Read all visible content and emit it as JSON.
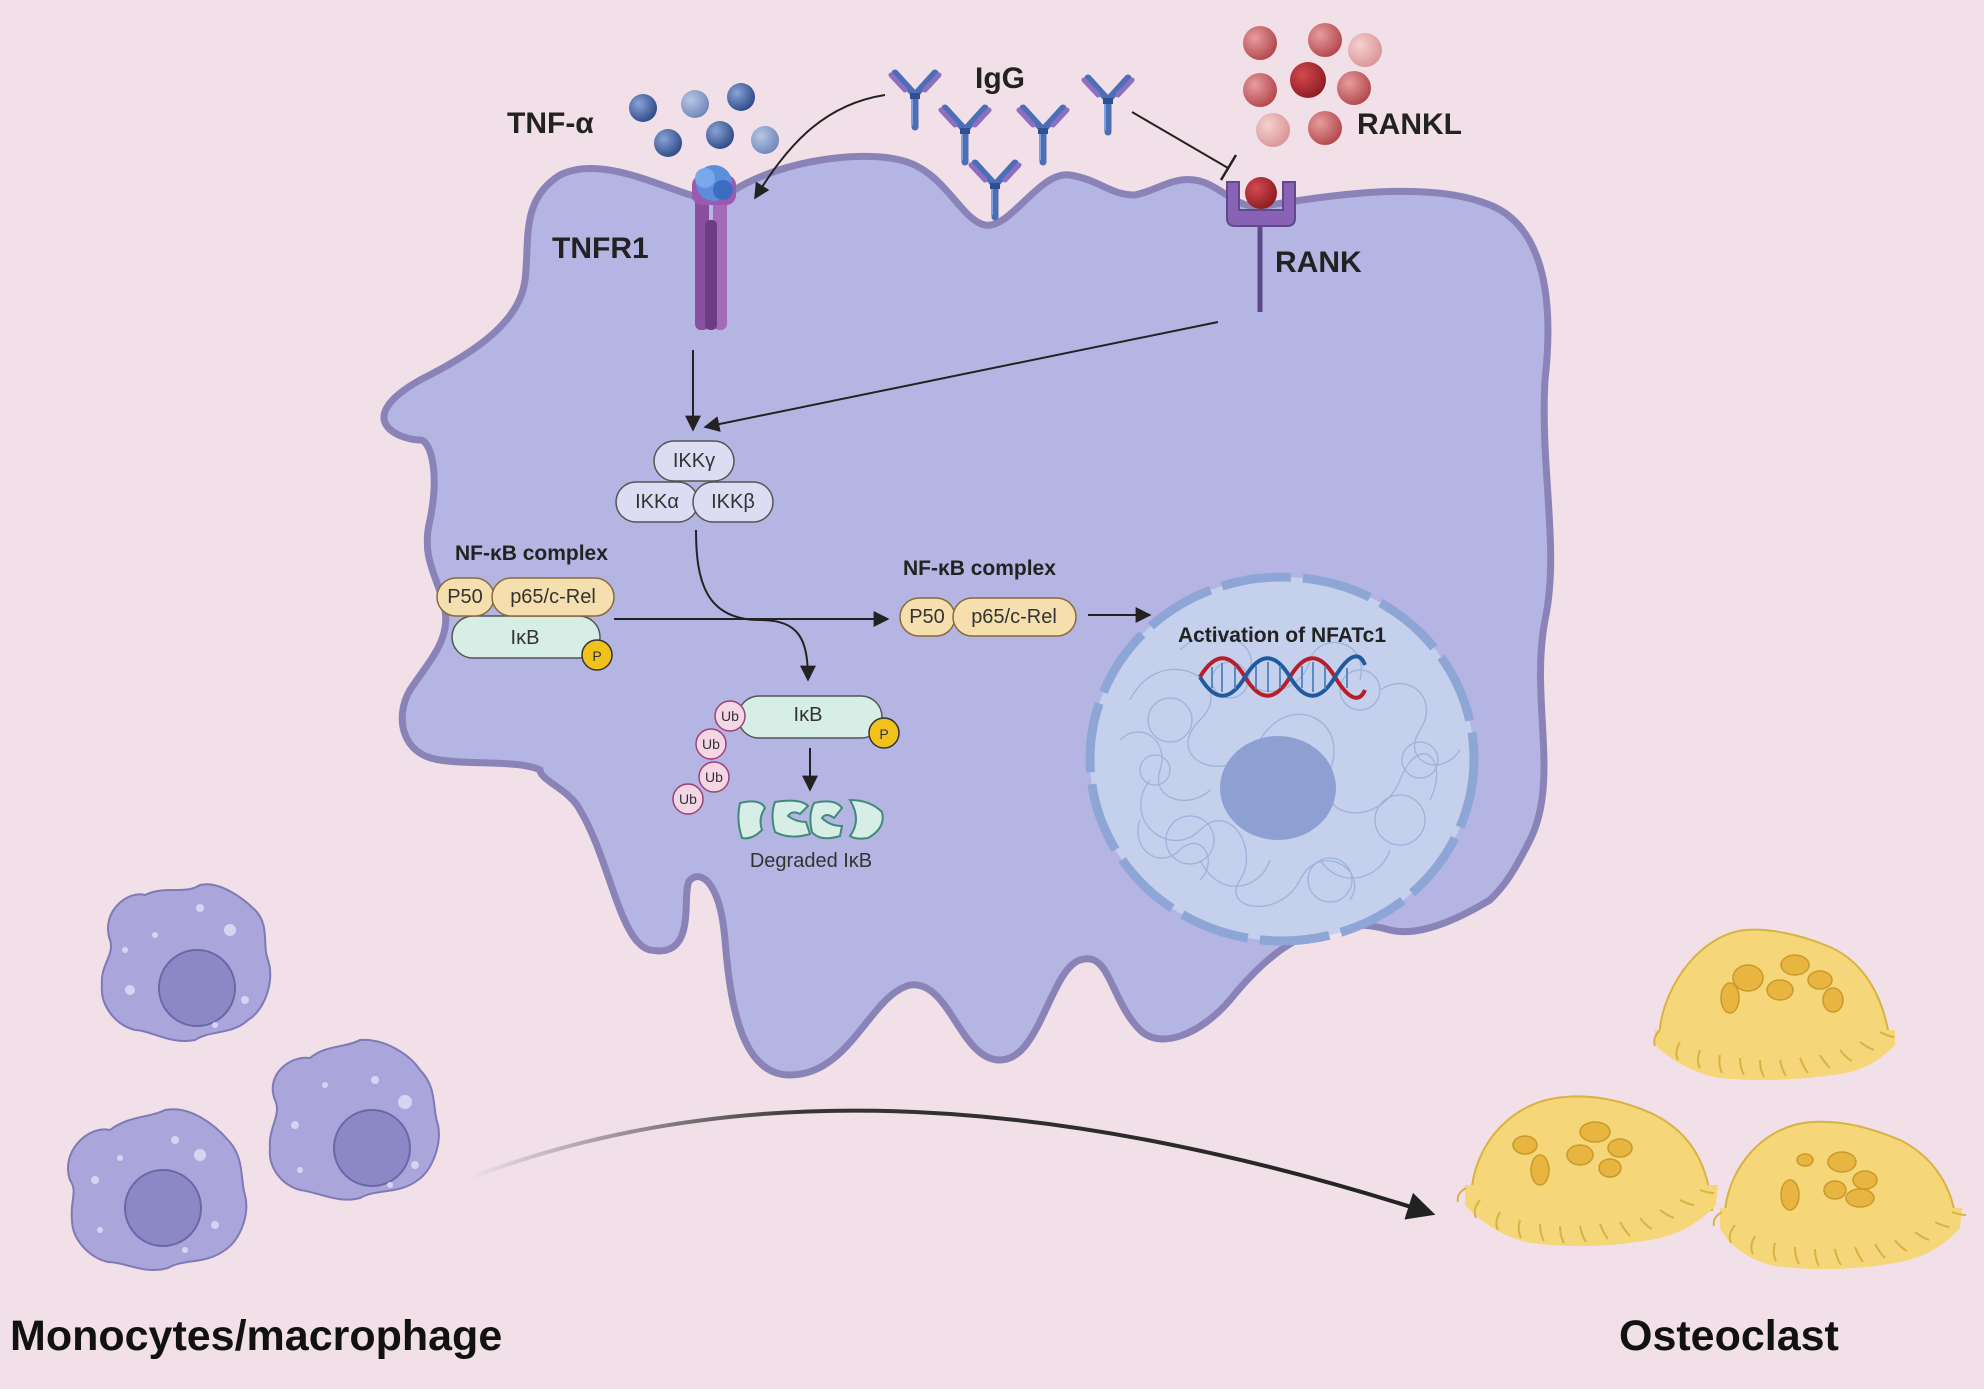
{
  "labels": {
    "tnf_alpha": "TNF-α",
    "igg": "IgG",
    "rankl": "RANKL",
    "tnfr1": "TNFR1",
    "rank": "RANK",
    "ikk_gamma": "IKKγ",
    "ikk_alpha": "IKKα",
    "ikk_beta": "IKKβ",
    "nfkb_complex_left": "NF-κB complex",
    "nfkb_complex_right": "NF-κB complex",
    "p50_left": "P50",
    "p65_left": "p65/c-Rel",
    "ikb_left": "IκB",
    "p_left": "P",
    "p50_right": "P50",
    "p65_right": "p65/c-Rel",
    "ikb_ub": "IκB",
    "p_ub": "P",
    "ub1": "Ub",
    "ub2": "Ub",
    "ub3": "Ub",
    "ub4": "Ub",
    "degraded_ikb": "Degraded IκB",
    "activation": "Activation of NFATc1",
    "monocytes": "Monocytes/macrophage",
    "osteoclast": "Osteoclast"
  },
  "colors": {
    "background": "#f1e0e8",
    "cell_fill": "#b5b5e3",
    "cell_stroke": "#8a83b8",
    "tnf_ball": "#3e5b99",
    "rankl_ball": "#c25a5e",
    "antibody": "#5a7fc4",
    "receptor": "#8a4f9e",
    "nfkb_pill": "#f6dfae",
    "ikb_pill": "#d7eee7",
    "ikk_pill": "#dcdcf2",
    "phospho": "#f2c21c",
    "osteoclast": "#f5d77a"
  }
}
